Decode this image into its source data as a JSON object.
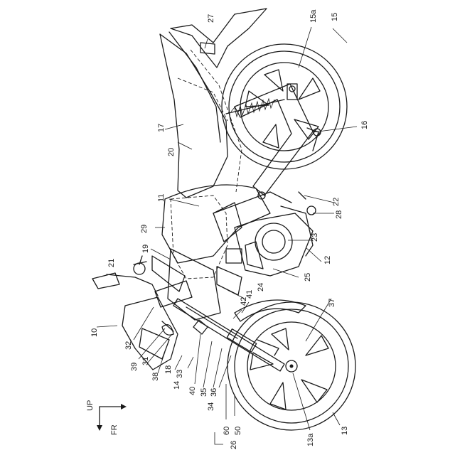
{
  "labels": {
    "l10": "10",
    "l11": "11",
    "l12": "12",
    "l13": "13",
    "l13a": "13a",
    "l14": "14",
    "l15": "15",
    "l15a": "15a",
    "l16": "16",
    "l17": "17",
    "l18": "18",
    "l19": "19",
    "l20": "20",
    "l21": "21",
    "l22": "22",
    "l23": "23",
    "l24": "24",
    "l25": "25",
    "l26": "26",
    "l27": "27",
    "l28": "28",
    "l29": "29",
    "l31": "31",
    "l32": "32",
    "l33": "33",
    "l34": "34",
    "l35": "35",
    "l36": "36",
    "l37": "37",
    "l38": "38",
    "l39": "39",
    "l40": "40",
    "l41": "41",
    "l42": "42",
    "l50": "50",
    "l60": "60"
  },
  "axes": {
    "up": "UP",
    "fr": "FR"
  }
}
